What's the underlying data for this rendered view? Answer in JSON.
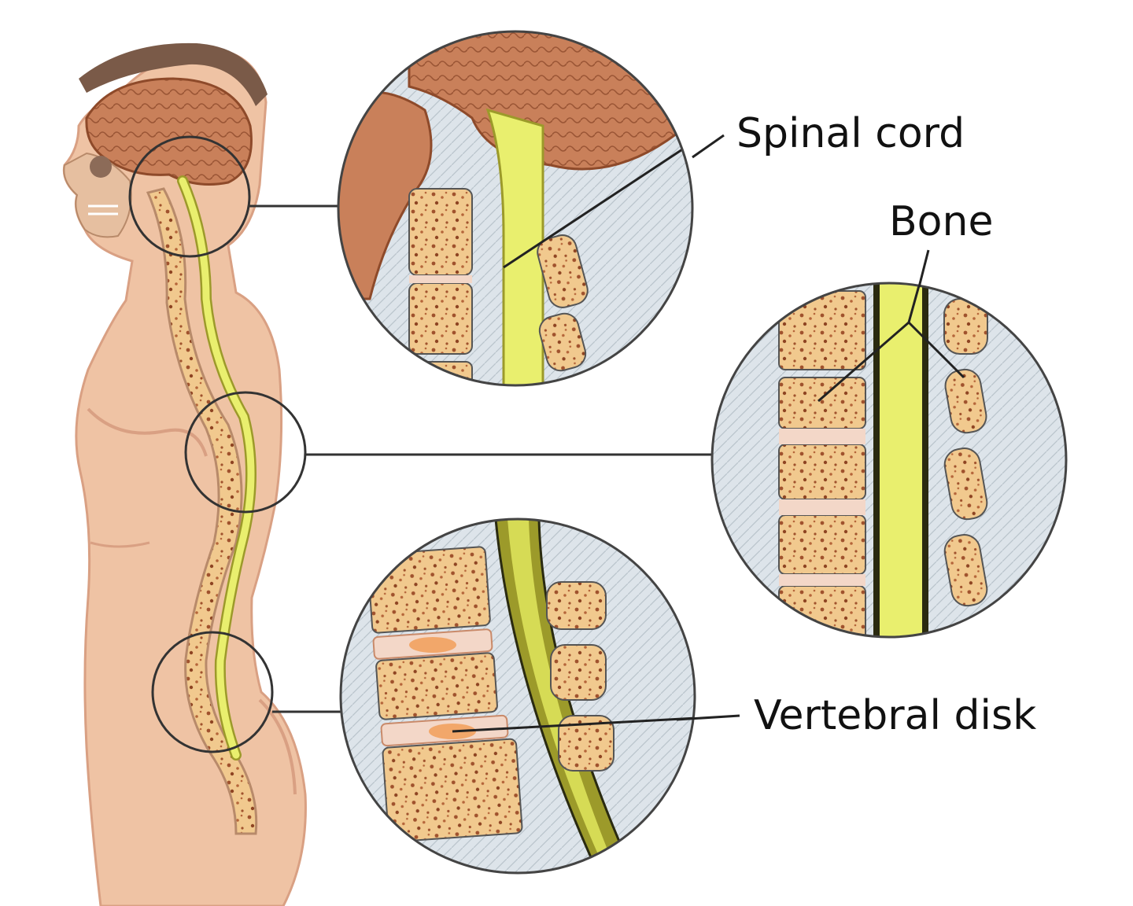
{
  "labels": {
    "spinal_cord": "Spinal cord",
    "bone": "Bone",
    "vertebral_disk": "Vertebral disk"
  },
  "colors": {
    "skin": "#efc3a4",
    "skin_shade": "#d9a083",
    "brain": "#c9805a",
    "bone": "#f1c98e",
    "bone_pores": "#a0522d",
    "disk": "#f3d7c8",
    "spinal_cord": "#e9ef6e",
    "cord_dark": "#9c9a2a",
    "tissue": "#dde4ea",
    "outline": "#333333"
  }
}
